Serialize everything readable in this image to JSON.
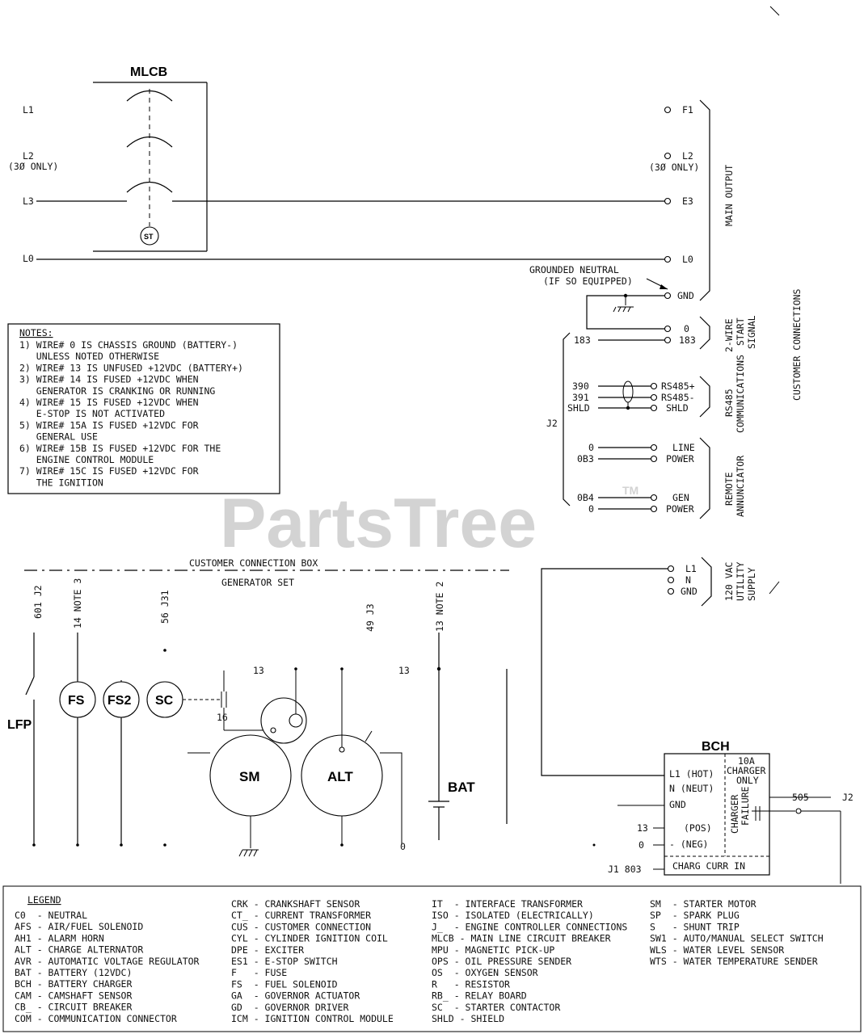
{
  "components": {
    "mlcb": "MLCB",
    "st": "ST",
    "lfp": "LFP",
    "fs": "FS",
    "fs2": "FS2",
    "sc": "SC",
    "sm": "SM",
    "alt": "ALT",
    "bat": "BAT",
    "bch": "BCH"
  },
  "left_lines": {
    "l1": "L1",
    "l2": "L2",
    "l2_note": "(3Ø ONLY)",
    "l3": "L3",
    "l0": "L0"
  },
  "right_terminals": {
    "f1": "F1",
    "l2": "L2",
    "l2_note": "(3Ø ONLY)",
    "e3": "E3",
    "l0": "L0",
    "gnd": "GND",
    "zero": "0",
    "t183": "183",
    "rs485p": "RS485+",
    "rs485m": "RS485-",
    "shld": "SHLD",
    "line": "LINE",
    "power1": "POWER",
    "gen": "GEN",
    "power2": "POWER",
    "l1": "L1",
    "n": "N",
    "gnd2": "GND"
  },
  "grounded_neutral": {
    "line1": "GROUNDED NEUTRAL",
    "line2": "(IF SO EQUIPPED)"
  },
  "j2_wires": {
    "w183": "183",
    "w390": "390",
    "w391": "391",
    "shld": "SHLD",
    "w0a": "0",
    "w0b3": "0B3",
    "w0b4": "0B4",
    "w0c": "0",
    "j2": "J2"
  },
  "side_labels": {
    "main_output": "MAIN OUTPUT",
    "two_wire": "2-WIRE",
    "start_signal1": "START",
    "start_signal2": "SIGNAL",
    "rs485": "RS485",
    "communications": "COMMUNICATIONS",
    "remote": "REMOTE",
    "annunciator": "ANNUNCIATOR",
    "vac": "120 VAC",
    "utility": "UTILITY",
    "supply": "SUPPLY",
    "customer_connections": "CUSTOMER CONNECTIONS"
  },
  "notes": {
    "title": "NOTES:",
    "lines": [
      "1) WIRE# 0 IS CHASSIS GROUND (BATTERY-)",
      "   UNLESS NOTED OTHERWISE",
      "2) WIRE# 13 IS UNFUSED +12VDC (BATTERY+)",
      "3) WIRE# 14 IS FUSED +12VDC WHEN",
      "   GENERATOR IS CRANKING OR RUNNING",
      "4) WIRE# 15 IS FUSED +12VDC WHEN",
      "   E-STOP IS NOT ACTIVATED",
      "5) WIRE# 15A IS FUSED +12VDC FOR",
      "   GENERAL USE",
      "6) WIRE# 15B IS FUSED +12VDC FOR THE",
      "   ENGINE CONTROL MODULE",
      "7) WIRE# 15C IS FUSED +12VDC FOR",
      "   THE IGNITION"
    ]
  },
  "watermark": {
    "text": "PartsTree",
    "tm": "TM"
  },
  "box_divider": {
    "upper": "CUSTOMER CONNECTION BOX",
    "lower": "GENERATOR SET"
  },
  "wire_tags": {
    "w601": "601 J2",
    "w14": "14 NOTE 3",
    "w56": "56 J31",
    "w49": "49 J3",
    "w13n": "13 NOTE 2",
    "n13a": "13",
    "n13b": "13",
    "n16": "16",
    "n0": "0"
  },
  "bch_box": {
    "l1": "L1 (HOT)",
    "n": "N (NEUT)",
    "gnd": "GND",
    "pos": "(POS)",
    "neg": "- (NEG)",
    "charg": "CHARG CURR IN",
    "amp": "10A",
    "charger": "CHARGER",
    "only": "ONLY",
    "failure1": "CHARGER",
    "failure2": "FAILURE",
    "w13": "13",
    "w0": "0",
    "w505": "505",
    "j2": "J2",
    "w803": "J1 803"
  },
  "legend": {
    "title": "LEGEND",
    "col1": [
      "C0  - NEUTRAL",
      "AFS - AIR/FUEL SOLENOID",
      "AH1 - ALARM HORN",
      "ALT - CHARGE ALTERNATOR",
      "AVR - AUTOMATIC VOLTAGE REGULATOR",
      "BAT - BATTERY (12VDC)",
      "BCH - BATTERY CHARGER",
      "CAM - CAMSHAFT SENSOR",
      "CB_ - CIRCUIT BREAKER",
      "COM - COMMUNICATION CONNECTOR"
    ],
    "col2": [
      "CRK - CRANKSHAFT SENSOR",
      "CT_ - CURRENT TRANSFORMER",
      "CUS - CUSTOMER CONNECTION",
      "CYL - CYLINDER IGNITION COIL",
      "DPE - EXCITER",
      "ES1 - E-STOP SWITCH",
      "F   - FUSE",
      "FS  - FUEL SOLENOID",
      "GA  - GOVERNOR ACTUATOR",
      "GD  - GOVERNOR DRIVER",
      "ICM - IGNITION CONTROL MODULE"
    ],
    "col3": [
      "IT  - INTERFACE TRANSFORMER",
      "ISO - ISOLATED (ELECTRICALLY)",
      "J_  - ENGINE CONTROLLER CONNECTIONS",
      "MLCB - MAIN LINE CIRCUIT BREAKER",
      "MPU - MAGNETIC PICK-UP",
      "OPS - OIL PRESSURE SENDER",
      "OS  - OXYGEN SENSOR",
      "R   - RESISTOR",
      "RB_ - RELAY BOARD",
      "SC  - STARTER CONTACTOR",
      "SHLD - SHIELD"
    ],
    "col4": [
      "SM  - STARTER MOTOR",
      "SP  - SPARK PLUG",
      "S   - SHUNT TRIP",
      "SW1 - AUTO/MANUAL SELECT SWITCH",
      "WLS - WATER LEVEL SENSOR",
      "WTS - WATER TEMPERATURE SENDER"
    ]
  }
}
